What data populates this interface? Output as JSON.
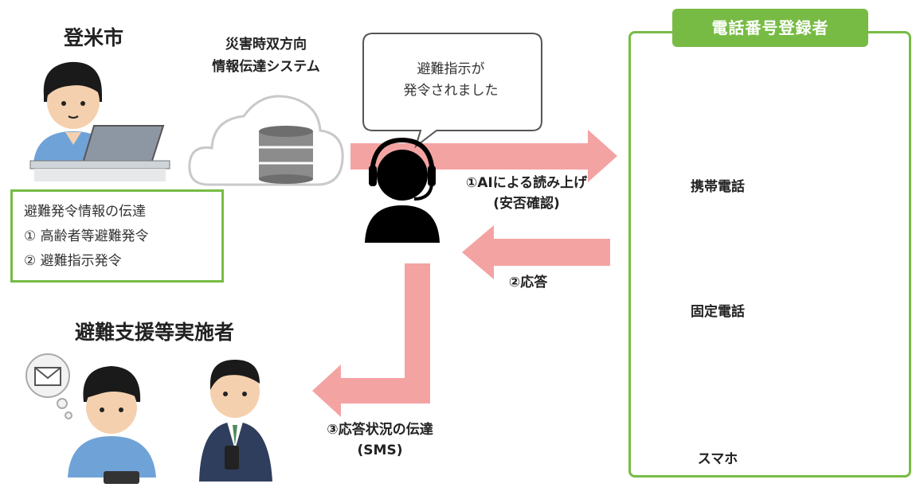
{
  "city": {
    "name": "登米市"
  },
  "system": {
    "line1": "災害時双方向",
    "line2": "情報伝達システム"
  },
  "bubble": {
    "line1": "避難指示が",
    "line2": "発令されました"
  },
  "notice": {
    "title": "避難発令情報の伝達",
    "items": [
      "① 高齢者等避難発令",
      "② 避難指示発令"
    ]
  },
  "steps": {
    "step1": {
      "line1": "①AIによる読み上げ",
      "line2": "(安否確認)"
    },
    "step2": {
      "line1": "②応答"
    },
    "step3": {
      "line1": "③応答状況の伝達",
      "line2": "(SMS)"
    }
  },
  "support": {
    "title": "避難支援等実施者"
  },
  "registrants": {
    "title": "電話番号登録者",
    "devices": [
      "携帯電話",
      "固定電話",
      "スマホ"
    ]
  },
  "colors": {
    "arrow": "#f4a3a3",
    "frame_green": "#77bb44",
    "shirt_blue": "#6fa3d8",
    "suit_navy": "#2f3e5c"
  },
  "icons": [
    "laptop-icon",
    "cloud-icon",
    "database-icon",
    "operator-headset-icon",
    "envelope-icon",
    "flip-phone-icon",
    "landline-phone-icon",
    "smartphone-icon"
  ]
}
